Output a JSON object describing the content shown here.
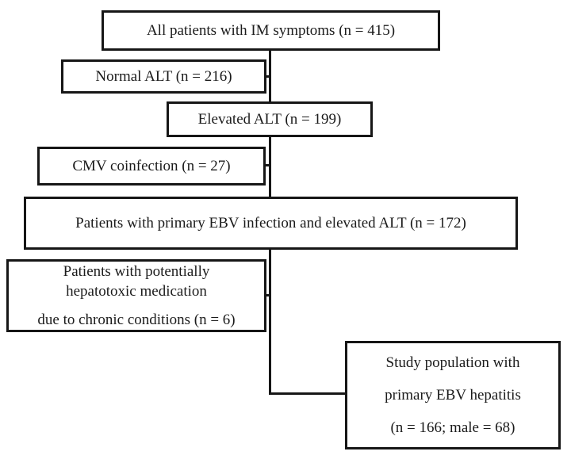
{
  "diagram": {
    "type": "flowchart",
    "background_color": "#ffffff",
    "border_color": "#161616",
    "text_color": "#1b1b1b",
    "nodes": {
      "all_patients": {
        "label": "All patients with IM symptoms (n = 415)"
      },
      "normal_alt": {
        "label": "Normal ALT (n = 216)"
      },
      "elevated_alt": {
        "label": "Elevated ALT (n = 199)"
      },
      "cmv_coinfection": {
        "label": "CMV coinfection (n = 27)"
      },
      "ebv_infection": {
        "label": "Patients with primary EBV infection and elevated ALT (n = 172)"
      },
      "hepatotoxic_medication": {
        "line1": "Patients with potentially",
        "line2": "hepatotoxic medication",
        "line3": "due to chronic conditions (n = 6)"
      },
      "study_population": {
        "line1": "Study population with",
        "line2": "primary EBV hepatitis",
        "line3": "(n = 166; male = 68)"
      }
    },
    "flow": {
      "counts": {
        "total": 415,
        "normal_alt": 216,
        "elevated_alt": 199,
        "cmv": 27,
        "ebv_elevated": 172,
        "hepatotoxic": 6,
        "final": 166,
        "final_male": 68
      }
    }
  }
}
